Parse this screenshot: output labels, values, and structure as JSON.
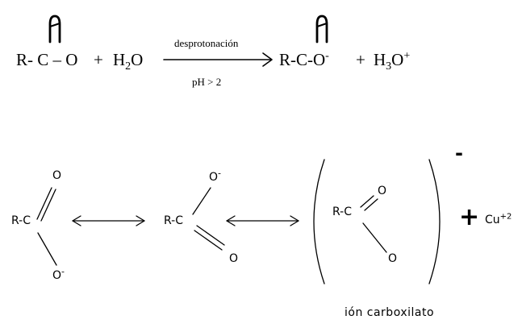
{
  "equation": {
    "reactant_acid": "R- C – O",
    "plus_1": "+",
    "water": {
      "main": "H",
      "sub": "2",
      "tail": "O"
    },
    "arrow_label_top": "desprotonación",
    "arrow_label_bottom": "pH > 2",
    "product_anion": {
      "main": "R-C-O",
      "sup": "-"
    },
    "plus_2": "+",
    "hydronium": {
      "main": "H",
      "sub": "3",
      "tail": "O",
      "sup": "+"
    }
  },
  "resonance": {
    "structure_1": {
      "r_group": "R-C",
      "top_o": "O",
      "bottom_o": "O",
      "bottom_charge": "-"
    },
    "structure_2": {
      "r_group": "R-C",
      "top_o": "O",
      "top_charge": "-",
      "bottom_o": "O"
    },
    "structure_3": {
      "r_group": "R-C",
      "top_o": "O",
      "bottom_o": "O"
    },
    "bracket_charge": "-",
    "plus": "+",
    "cation": {
      "main": "Cu",
      "sup": "+2"
    },
    "caption": "ión carboxilato"
  }
}
